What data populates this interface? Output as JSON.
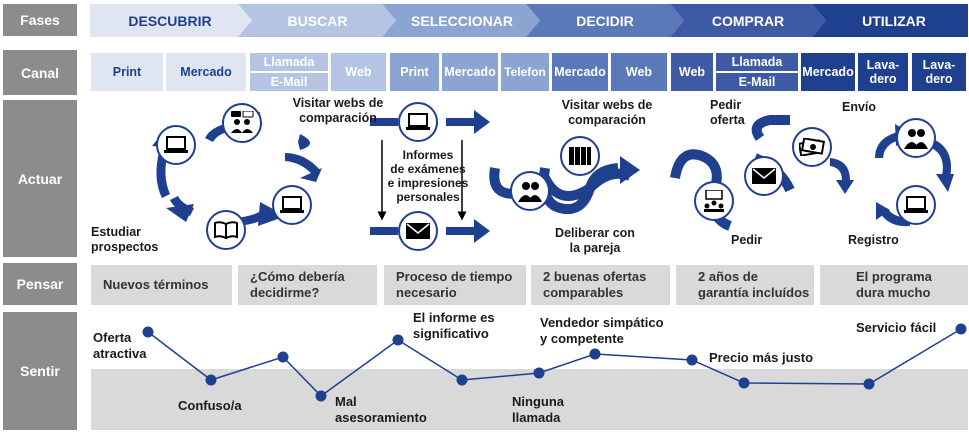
{
  "rows": {
    "fases": "Fases",
    "canal": "Canal",
    "actuar": "Actuar",
    "pensar": "Pensar",
    "sentir": "Sentir"
  },
  "phases": [
    "DESCUBRIR",
    "BUSCAR",
    "SELECCIONAR",
    "DECIDIR",
    "COMPRAR",
    "UTILIZAR"
  ],
  "channels": {
    "print1": "Print",
    "mercado1": "Mercado",
    "llamada1": "Llamada",
    "email1": "E-Mail",
    "web1": "Web",
    "print2": "Print",
    "mercado2": "Mercado",
    "telefon": "Telefon",
    "mercado3": "Mercado",
    "web2": "Web",
    "web3": "Web",
    "llamada2": "Llamada",
    "email2": "E-Mail",
    "mercado4": "Mercado",
    "lavadero1": "Lava-\ndero",
    "lavadero2": "Lava-\ndero"
  },
  "actuar": {
    "visitar1": "Visitar webs de\ncomparación",
    "estudiar": "Estudiar\nprospectos",
    "informes": "Informes\nde exámenes\ne impresiones\npersonales",
    "visitar2": "Visitar webs de\ncomparación",
    "deliberar": "Deliberar con\nla pareja",
    "pedir_oferta": "Pedir\noferta",
    "pedir": "Pedir",
    "envio": "Envío",
    "registro": "Registro"
  },
  "pensar": [
    "Nuevos términos",
    "¿Cómo debería\ndecidirme?",
    "Proceso de tiempo\nnecesario",
    "2 buenas ofertas\ncomparables",
    "2 años de\ngarantía incluídos",
    "El programa\ndura mucho"
  ],
  "sentir": {
    "labels": [
      "Oferta\natractiva",
      "Confuso/a",
      "Mal\nasesoramiento",
      "El informe es\nsignificativo",
      "Ninguna\nllamada",
      "Vendedor simpático\ny competente",
      "Precio más justo",
      "Servicio fácil"
    ]
  },
  "colors": {
    "accent": "#1f3f8f",
    "grey": "#8c8c8c",
    "lightgrey": "#d9d9d9"
  },
  "icons": [
    "laptop-icon",
    "people-chat-icon",
    "book-icon",
    "envelope-icon",
    "binders-icon",
    "team-icon",
    "money-icon",
    "presentation-icon"
  ]
}
